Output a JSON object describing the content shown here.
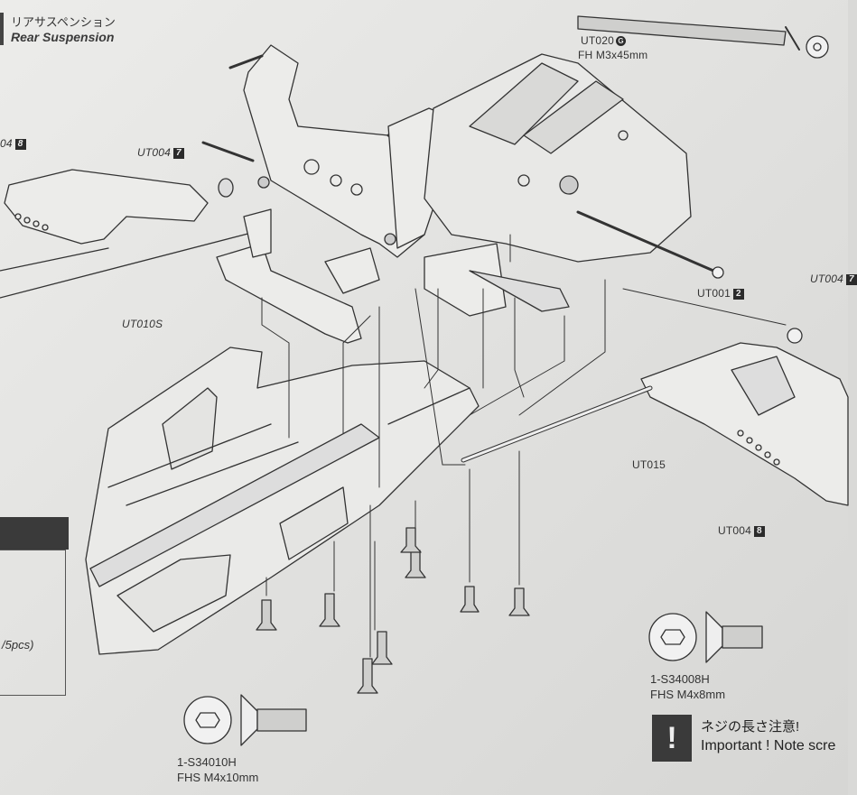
{
  "header": {
    "title_jp": "リアサスペンション",
    "title_en": "Rear Suspension"
  },
  "parts": {
    "ut020": {
      "code": "UT020",
      "mark": "G",
      "desc": "FH M3x45mm"
    },
    "ut004_left": {
      "code": "04",
      "badge": "8"
    },
    "ut004_7": {
      "code": "UT004",
      "badge": "7"
    },
    "ut004_right": {
      "code": "UT004",
      "badge": "7"
    },
    "ut001": {
      "code": "UT001",
      "badge": "2"
    },
    "ut010s": {
      "code": "UT010S"
    },
    "ut015": {
      "code": "UT015"
    },
    "ut004_8": {
      "code": "UT004",
      "badge": "8"
    }
  },
  "screws": {
    "m4x8": {
      "part": "1-S34008H",
      "desc": "FHS M4x8mm"
    },
    "m4x10": {
      "part": "1-S34010H",
      "desc": "FHS M4x10mm"
    }
  },
  "side_box": {
    "text": "/5pcs)"
  },
  "warning": {
    "symbol": "!",
    "text_jp": "ネジの長さ注意!",
    "text_en": "Important ! Note scre"
  }
}
